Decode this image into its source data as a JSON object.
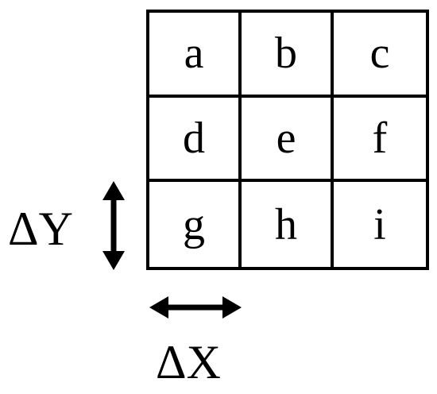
{
  "grid": {
    "cells": [
      "a",
      "b",
      "c",
      "d",
      "e",
      "f",
      "g",
      "h",
      "i"
    ]
  },
  "labels": {
    "delta_y": "ΔY",
    "delta_x": "ΔX"
  },
  "colors": {
    "line": "#000000",
    "background": "#ffffff"
  },
  "icons": {
    "vertical": "vertical-double-arrow-icon",
    "horizontal": "horizontal-double-arrow-icon"
  }
}
